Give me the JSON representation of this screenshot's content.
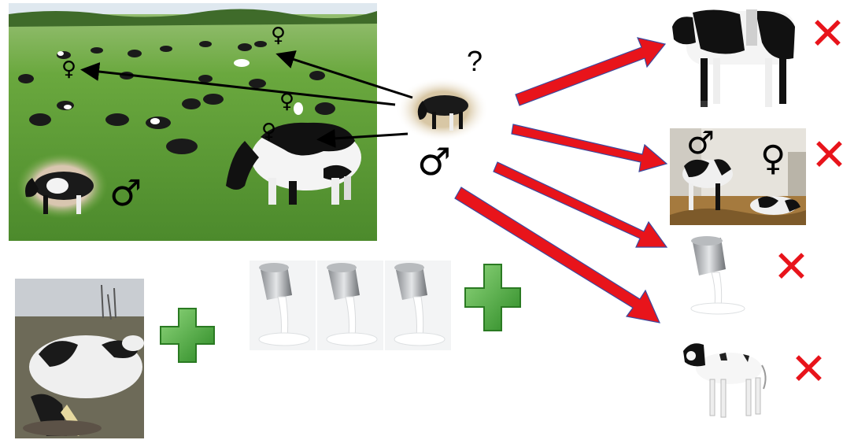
{
  "symbols": {
    "male": "♂",
    "female": "♀",
    "question": "?",
    "cross": "✕"
  },
  "colors": {
    "grass": "#6aa83e",
    "grass_dark": "#4c8a2c",
    "sky": "#dfe8ef",
    "arrow_red": "#e8141b",
    "arrow_outline": "#3b4aa0",
    "plus_green": "#3fa535",
    "cross_red": "#e8141b"
  },
  "icons": {
    "pasture": "pasture-photo",
    "bull_calf": "bull-calf-photo",
    "dairy_cow": "dairy-cow-photo",
    "calving_cow": "calving-cow-photo",
    "milk": "milk-pail-photo",
    "twin_calves": "twin-calves-photo",
    "heifer_calf": "calf-photo"
  }
}
